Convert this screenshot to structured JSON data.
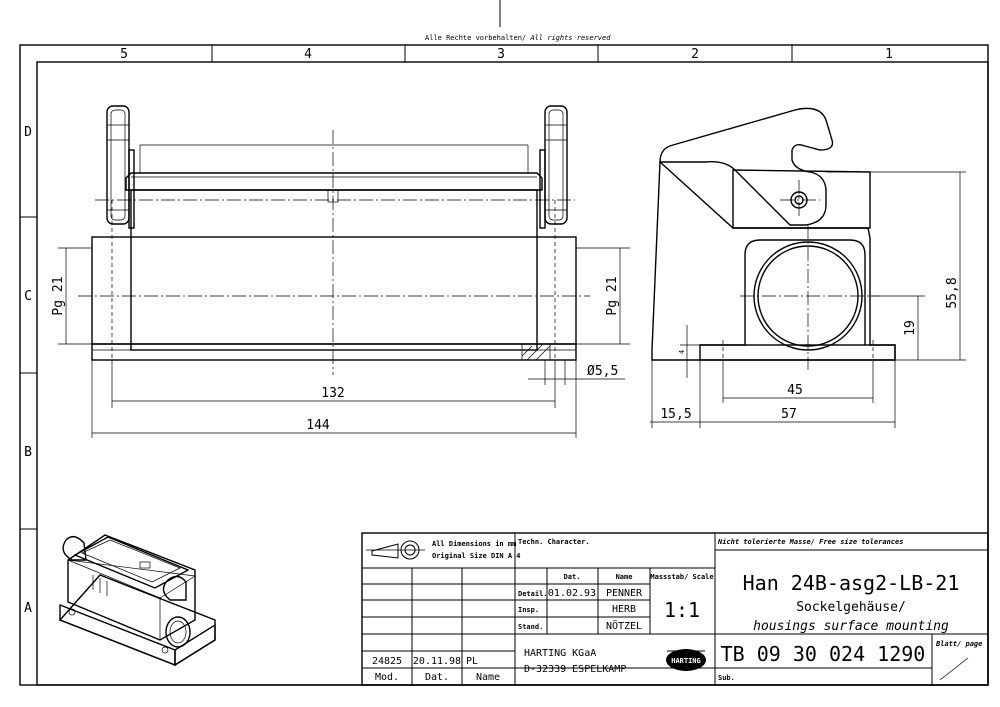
{
  "rights_notice_de": "Alle Rechte vorbehalten/",
  "rights_notice_en": " All rights reserved",
  "columns": [
    "5",
    "4",
    "3",
    "2",
    "1"
  ],
  "rows": [
    "D",
    "C",
    "B",
    "A"
  ],
  "dimensions": {
    "pg_left": "Pg 21",
    "pg_right": "Pg 21",
    "d132": "132",
    "d144": "144",
    "phi55": "Ø5,5",
    "h55_8": "55,8",
    "h19": "19",
    "h4": "4",
    "w45": "45",
    "w57": "57",
    "w15_5": "15,5"
  },
  "title_block": {
    "dims_note_1": "All Dimensions in mm",
    "dims_note_2": "Original Size DIN A 4",
    "techn_character": "Techn. Character.",
    "tolerance_note": "Nicht tolerierte Masse/ Free size tolerances",
    "hdr_date": "Dat.",
    "hdr_name": "Name",
    "hdr_scale": "Massstab/ Scale",
    "row_detail": "Detail.",
    "row_insp": "Insp.",
    "row_stand": "Stand.",
    "detail_date": "01.02.93",
    "detail_name": "PENNER",
    "insp_name": "HERB",
    "stand_name": "NÖTZEL",
    "scale": "1:1",
    "title": "Han 24B-asg2-LB-21",
    "subtitle_de": "Sockelgehäuse/",
    "subtitle_en": "housings surface mounting",
    "company": "HARTING KGaA",
    "address": "D-32339 ESPELKAMP",
    "logo_text": "HARTING",
    "part_number": "TB 09 30 024 1290",
    "sheet_label": "Blatt/ page",
    "sub_label": "Sub.",
    "rev_mod": "24825",
    "rev_date": "20.11.98",
    "rev_name": "PL",
    "col_mod": "Mod.",
    "col_date": "Dat.",
    "col_name": "Name"
  }
}
